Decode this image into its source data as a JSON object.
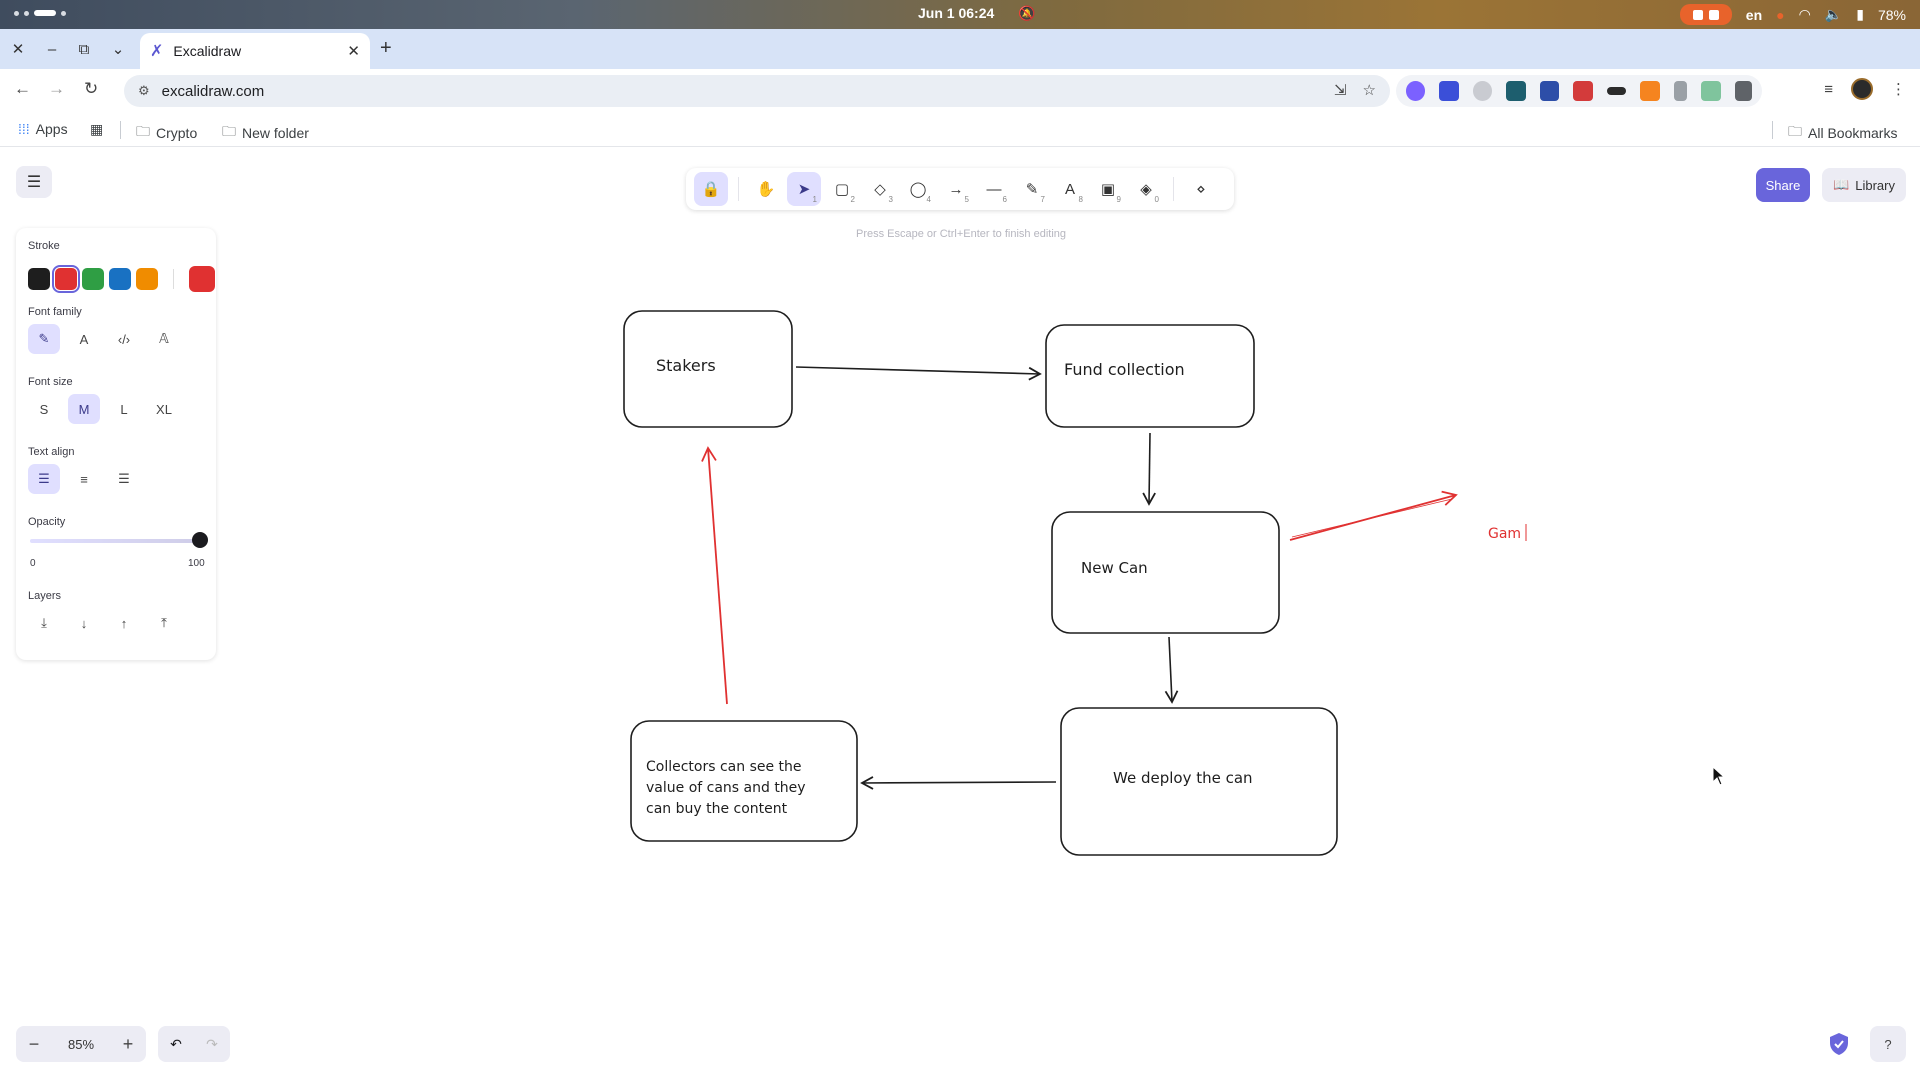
{
  "os": {
    "clock": "Jun 1  06:24",
    "lang": "en",
    "battery": "78%"
  },
  "browser": {
    "tab_title": "Excalidraw",
    "url": "excalidraw.com",
    "bookmarks": {
      "apps": "Apps",
      "crypto": "Crypto",
      "new_folder": "New folder",
      "all": "All Bookmarks"
    }
  },
  "app": {
    "hint": "Press Escape or Ctrl+Enter to finish editing",
    "share_label": "Share",
    "library_label": "Library",
    "zoom": "85%",
    "tools": [
      {
        "name": "lock",
        "glyph": "🔒",
        "key": ""
      },
      {
        "name": "hand",
        "glyph": "✋",
        "key": ""
      },
      {
        "name": "selection",
        "glyph": "➤",
        "key": "1"
      },
      {
        "name": "rectangle",
        "glyph": "▢",
        "key": "2"
      },
      {
        "name": "diamond",
        "glyph": "◇",
        "key": "3"
      },
      {
        "name": "ellipse",
        "glyph": "◯",
        "key": "4"
      },
      {
        "name": "arrow",
        "glyph": "→",
        "key": "5"
      },
      {
        "name": "line",
        "glyph": "—",
        "key": "6"
      },
      {
        "name": "draw",
        "glyph": "✎",
        "key": "7"
      },
      {
        "name": "text",
        "glyph": "A",
        "key": "8"
      },
      {
        "name": "image",
        "glyph": "▣",
        "key": "9"
      },
      {
        "name": "eraser",
        "glyph": "◈",
        "key": "0"
      },
      {
        "name": "more",
        "glyph": "⋄",
        "key": ""
      }
    ],
    "props": {
      "stroke_label": "Stroke",
      "font_family_label": "Font family",
      "font_size_label": "Font size",
      "text_align_label": "Text align",
      "opacity_label": "Opacity",
      "layers_label": "Layers",
      "opacity_min": "0",
      "opacity_max": "100",
      "opacity_value": 100,
      "stroke_colors": [
        "#1e1e1e",
        "#e03131",
        "#2f9e44",
        "#1971c2",
        "#f08c00"
      ],
      "stroke_current": "#e03131",
      "font_sizes": [
        "S",
        "M",
        "L",
        "XL"
      ],
      "font_size_selected": "M"
    }
  },
  "diagram": {
    "nodes": {
      "stakers": "Stakers",
      "fund": "Fund collection",
      "newcan": "New Can",
      "deploy": "We deploy the can",
      "collectors_1": "Collectors can see the",
      "collectors_2": "value of cans and they",
      "collectors_3": "can buy the content"
    },
    "editing_text": "Gam"
  }
}
